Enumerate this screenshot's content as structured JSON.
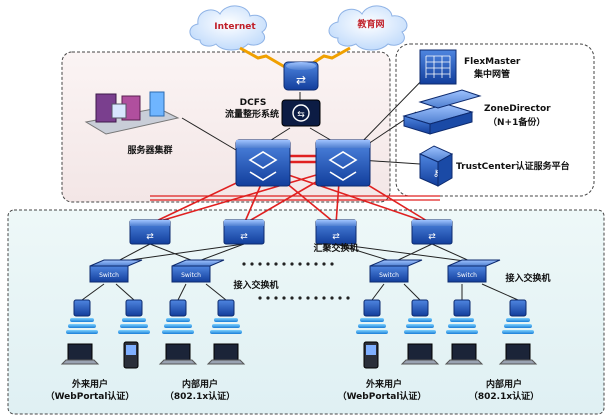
{
  "clouds": {
    "internet": "Internet",
    "education_net": "教育网"
  },
  "core": {
    "dcfs_title": "DCFS",
    "dcfs_subtitle": "流量整形系统",
    "server_cluster": "服务器集群"
  },
  "management": {
    "flexmaster_title": "FlexMaster",
    "flexmaster_subtitle": "集中网管",
    "zonedirector_title": "ZoneDirector",
    "zonedirector_subtitle": "（N+1备份）",
    "trustcenter": "TrustCenter认证服务平台"
  },
  "access": {
    "aggregation_label": "汇聚交换机",
    "access_switch_left": "接入交换机",
    "access_switch_right": "接入交换机",
    "switch_text": "Switch"
  },
  "users": {
    "left_external_title": "外来用户",
    "left_external_sub": "（WebPortal认证）",
    "left_internal_title": "内部用户",
    "left_internal_sub": "（802.1x认证）",
    "right_external_title": "外来用户",
    "right_external_sub": "（WebPortal认证）",
    "right_internal_title": "内部用户",
    "right_internal_sub": "（802.1x认证）"
  },
  "colors": {
    "red_link": "#e02020",
    "blue_device": "#1e4fb4",
    "cloud_fill": "#d6e8ff",
    "zone_bottom": "#e4f2f4",
    "zone_top": "#f6eaea"
  }
}
